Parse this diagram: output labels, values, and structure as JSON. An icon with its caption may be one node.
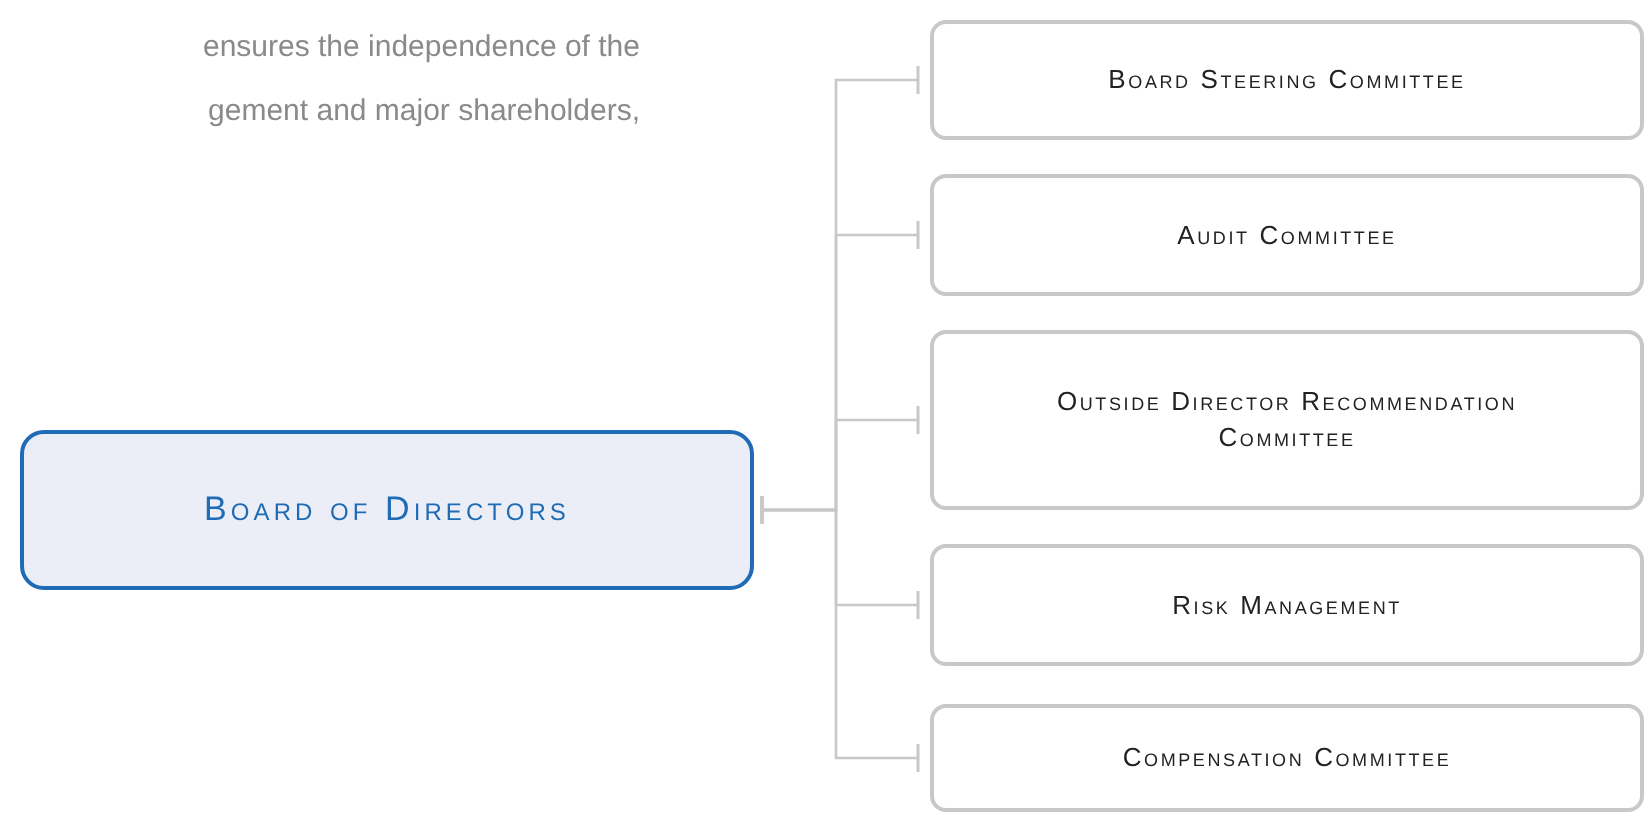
{
  "diagram": {
    "nodes": [
      {
        "text": [
          "Board of Directors"
        ]
      },
      {
        "text": [
          "Board Steering Committee"
        ]
      },
      {
        "text": [
          "Audit Committee"
        ]
      },
      {
        "text": [
          "Outside Director Recommendation Committee"
        ]
      },
      {
        "text": [
          "Risk Management"
        ]
      },
      {
        "text": [
          "Compensation Committee"
        ]
      }
    ],
    "edges": [
      {
        "from": 0,
        "to": 1,
        "arrow": "other"
      },
      {
        "from": 0,
        "to": 2,
        "arrow": "other"
      },
      {
        "from": 0,
        "to": 3,
        "arrow": "other"
      },
      {
        "from": 0,
        "to": 4,
        "arrow": "other"
      },
      {
        "from": 0,
        "to": 5,
        "arrow": "other"
      }
    ],
    "labels": [
      "ensures the independence of the",
      "gement and major shareholders,"
    ]
  }
}
